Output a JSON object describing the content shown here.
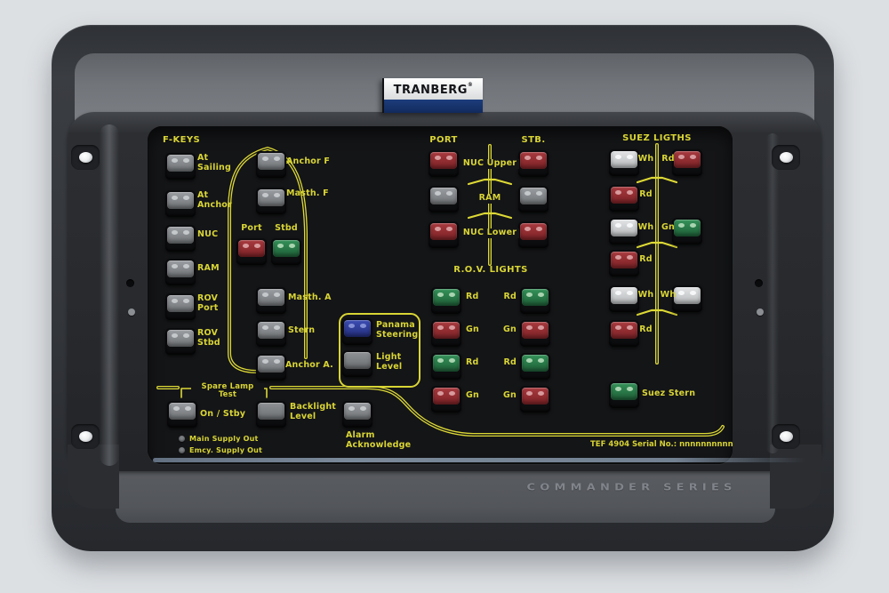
{
  "logo": {
    "brand": "TRANBERG",
    "registered": "®"
  },
  "fkeys": {
    "heading": "F-KEYS",
    "items": [
      "At Sailing",
      "At Anchor",
      "NUC",
      "RAM",
      "ROV Port",
      "ROV Stbd"
    ]
  },
  "mast": {
    "anchor_f": "Anchor F",
    "masth_f": "Masth. F",
    "port": "Port",
    "stbd": "Stbd",
    "masth_a": "Masth. A",
    "stern": "Stern",
    "anchor_a": "Anchor A."
  },
  "main_lights": {
    "port_heading": "PORT",
    "stb_heading": "STB.",
    "rows": [
      "NUC Upper",
      "RAM",
      "NUC Lower"
    ]
  },
  "rov": {
    "heading": "R.O.V. LIGHTS",
    "left": [
      "Rd",
      "Gn",
      "Rd",
      "Gn"
    ],
    "right": [
      "Rd",
      "Gn",
      "Rd",
      "Gn"
    ]
  },
  "panama": {
    "steering": "Panama Steering",
    "light": "Light Level"
  },
  "spare": {
    "title": "Spare Lamp Test",
    "on_stby": "On / Stby",
    "backlight": "Backlight Level",
    "main_supply": "Main Supply Out",
    "emcy_supply": "Emcy. Supply Out"
  },
  "alarm": {
    "label": "Alarm Acknowledge"
  },
  "suez": {
    "heading": "SUEZ LIGTHS",
    "rows": [
      {
        "left": "Wh",
        "right": "Rd"
      },
      {
        "left": "Rd",
        "right": ""
      },
      {
        "left": "Wh",
        "right": "Gn"
      },
      {
        "left": "Rd",
        "right": ""
      },
      {
        "left": "Wh",
        "right": "Wh"
      },
      {
        "left": "Rd",
        "right": ""
      }
    ],
    "stern": "Suez Stern"
  },
  "footer": {
    "serial": "TEF 4904 Serial No.: nnnnnnnnnn",
    "series": "COMMANDER SERIES"
  },
  "colors": {
    "panel_yellow": "#d9d535",
    "button_red": "#a03338",
    "button_green": "#2f8b55",
    "button_white": "#d9dbdd",
    "button_blue": "#3646a8",
    "button_gray": "#8b8e92",
    "logo_blue": "#16356e",
    "panel_black": "#141517"
  }
}
